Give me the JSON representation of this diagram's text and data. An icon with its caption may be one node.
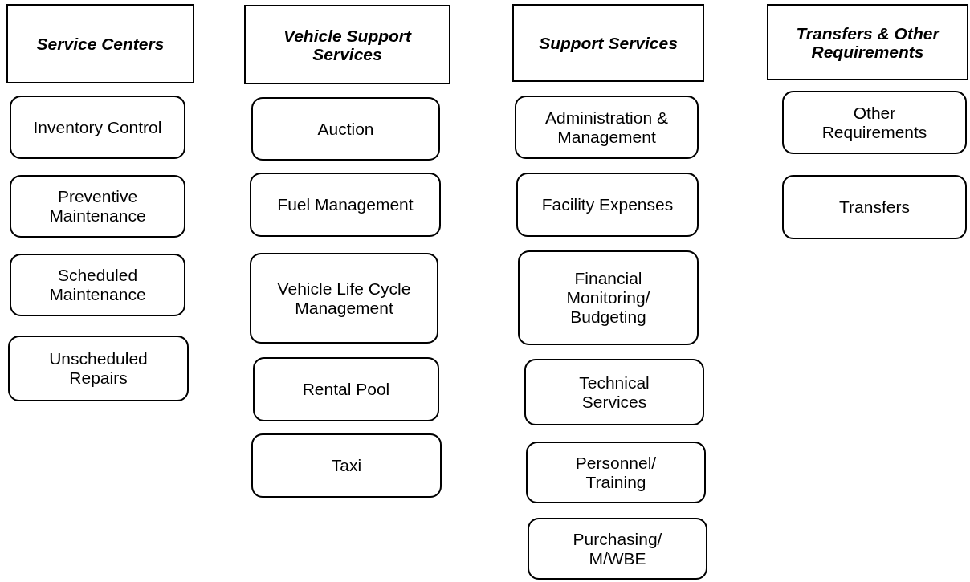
{
  "diagram": {
    "nodes": [
      {
        "text": [
          "Service Centers"
        ]
      },
      {
        "text": [
          "Inventory Control"
        ]
      },
      {
        "text": [
          "Preventive Maintenance"
        ]
      },
      {
        "text": [
          "Scheduled Maintenance"
        ]
      },
      {
        "text": [
          "Unscheduled Repairs"
        ]
      },
      {
        "text": [
          "Vehicle Support Services"
        ]
      },
      {
        "text": [
          "Auction"
        ]
      },
      {
        "text": [
          "Fuel Management"
        ]
      },
      {
        "text": [
          "Vehicle Life Cycle Management"
        ]
      },
      {
        "text": [
          "Rental Pool"
        ]
      },
      {
        "text": [
          "Taxi"
        ]
      },
      {
        "text": [
          "Support Services"
        ]
      },
      {
        "text": [
          "Administration & Management"
        ]
      },
      {
        "text": [
          "Facility Expenses"
        ]
      },
      {
        "text": [
          "Financial Monitoring/ Budgeting"
        ]
      },
      {
        "text": [
          "Technical Services"
        ]
      },
      {
        "text": [
          "Personnel/ Training"
        ]
      },
      {
        "text": [
          "Purchasing/ M/WBE"
        ]
      },
      {
        "text": [
          "Transfers & Other Requirements"
        ]
      },
      {
        "text": [
          "Other Requirements"
        ]
      },
      {
        "text": [
          "Transfers"
        ]
      }
    ]
  }
}
